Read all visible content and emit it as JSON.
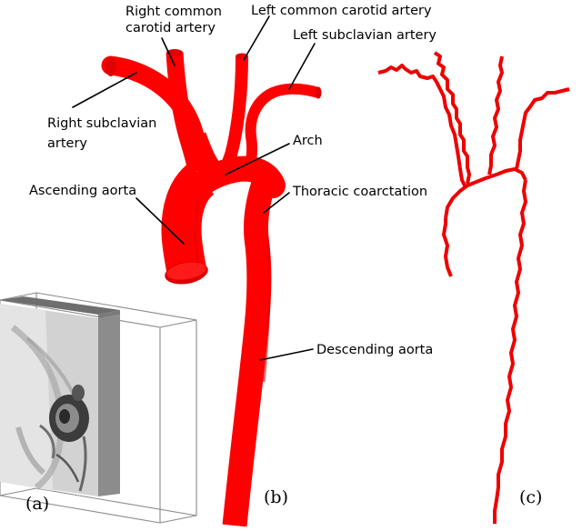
{
  "labels": {
    "right_common_carotid_1": "Right common",
    "right_common_carotid_2": "carotid artery",
    "left_common_carotid": "Left common carotid artery",
    "left_subclavian": "Left subclavian artery",
    "right_subclavian_1": "Right subclavian",
    "right_subclavian_2": "artery",
    "arch": "Arch",
    "ascending_aorta": "Ascending aorta",
    "thoracic_coarctation": "Thoracic coarctation",
    "descending_aorta": "Descending aorta"
  },
  "panels": {
    "a": "(a)",
    "b": "(b)",
    "c": "(c)"
  },
  "colors": {
    "vessel": "#ff0000",
    "vessel_shade": "#d40000",
    "centerline": "#ee0000",
    "box_outline": "#7a7a7a",
    "slice_gray": "#8c8c8c"
  }
}
